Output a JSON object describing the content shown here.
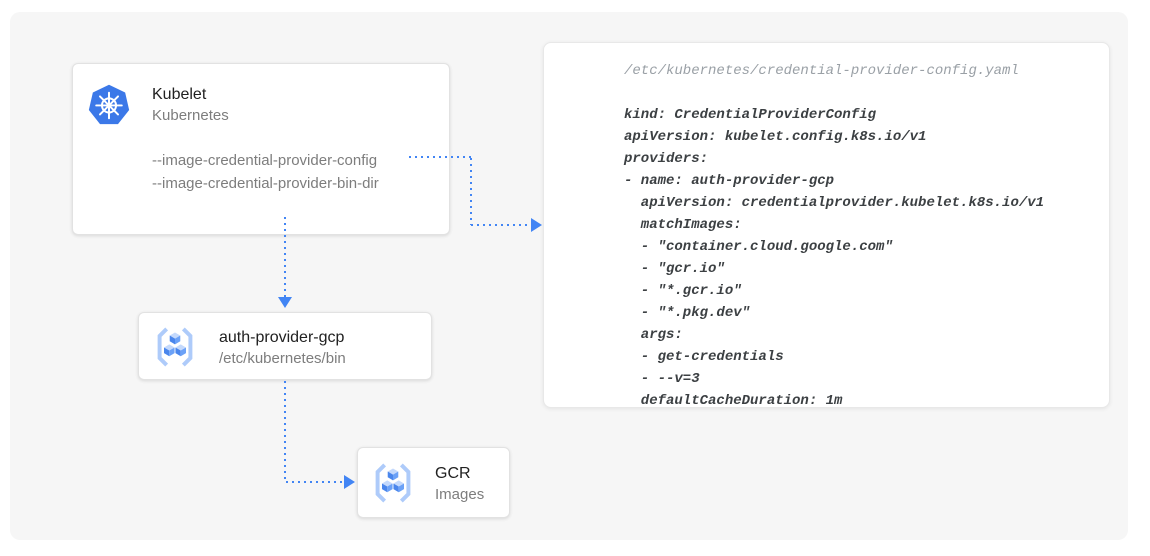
{
  "nodes": {
    "kubelet": {
      "title": "Kubelet",
      "subtitle": "Kubernetes",
      "icon": "kubernetes-icon",
      "flags": [
        "--image-credential-provider-config",
        "--image-credential-provider-bin-dir"
      ]
    },
    "auth_provider": {
      "title": "auth-provider-gcp",
      "subtitle": "/etc/kubernetes/bin",
      "icon": "gcr-icon"
    },
    "gcr": {
      "title": "GCR",
      "subtitle": "Images",
      "icon": "gcr-icon"
    }
  },
  "code_panel": {
    "filename": "/etc/kubernetes/credential-provider-config.yaml",
    "code_lines": [
      "kind: CredentialProviderConfig",
      "apiVersion: kubelet.config.k8s.io/v1",
      "providers:",
      "- name: auth-provider-gcp",
      "  apiVersion: credentialprovider.kubelet.k8s.io/v1",
      "  matchImages:",
      "  - \"container.cloud.google.com\"",
      "  - \"gcr.io\"",
      "  - \"*.gcr.io\"",
      "  - \"*.pkg.dev\"",
      "  args:",
      "  - get-credentials",
      "  - --v=3",
      "  defaultCacheDuration: 1m"
    ]
  },
  "arrows": [
    {
      "from": "kubelet",
      "to": "code_panel",
      "style": "dotted"
    },
    {
      "from": "kubelet",
      "to": "auth_provider",
      "style": "dotted"
    },
    {
      "from": "auth_provider",
      "to": "gcr",
      "style": "dotted"
    }
  ],
  "colors": {
    "arrow": "#4285f4",
    "kubernetes_icon_blue": "#3b78e8",
    "gcr_icon_light": "#aecbfa",
    "gcr_cube_left": "#4a86ec",
    "gcr_cube_right": "#6ba1f7",
    "gcr_cube_top": "#c4d9fc",
    "canvas_background": "#f6f6f6",
    "card_background": "#ffffff",
    "title_text": "#212121",
    "secondary_text": "#7d7d7d",
    "code_text": "#3c4043",
    "filename_text": "#9aa0a6"
  }
}
